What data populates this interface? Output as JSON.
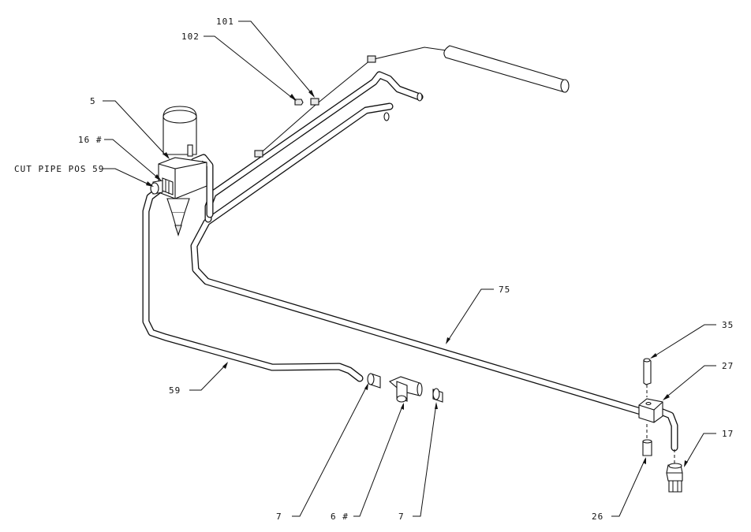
{
  "labels": {
    "p101": "101",
    "p102": "102",
    "p5": "5",
    "p16": "16 #",
    "cut_pipe": "CUT PIPE POS 59",
    "p75": "75",
    "p35": "35",
    "p27": "27",
    "p59": "59",
    "p17": "17",
    "p7a": "7",
    "p6": "6 #",
    "p7b": "7",
    "p26": "26"
  }
}
